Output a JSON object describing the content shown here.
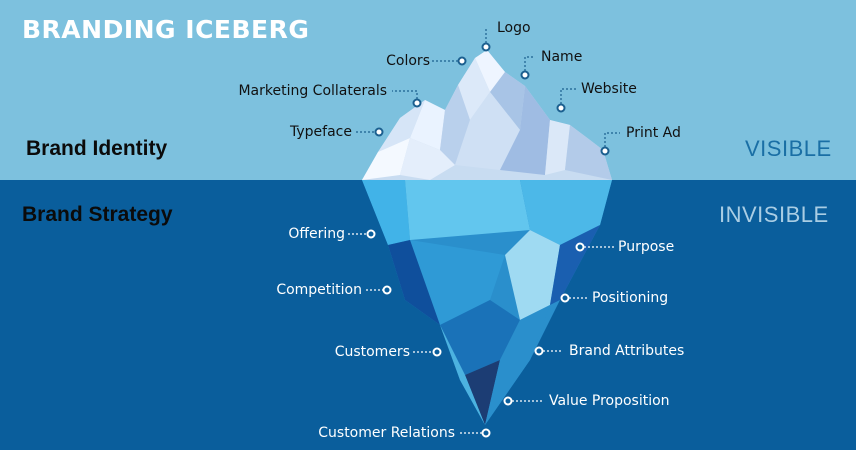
{
  "title": "BRANDING ICEBERG",
  "sections": {
    "identity": "Brand Identity",
    "strategy": "Brand Strategy"
  },
  "zones": {
    "visible": "VISIBLE",
    "invisible": "INVISIBLE"
  },
  "visible_labels": [
    "Logo",
    "Colors",
    "Name",
    "Marketing Collaterals",
    "Website",
    "Typeface",
    "Print Ad"
  ],
  "invisible_labels": [
    "Offering",
    "Purpose",
    "Competition",
    "Positioning",
    "Customers",
    "Brand Attributes",
    "Value Proposition",
    "Customer Relations"
  ],
  "colors": {
    "sky": "#7dc1de",
    "sea": "#0a5e9c",
    "visible_text": "#1a6fa5",
    "invisible_text": "#a9cde4"
  }
}
